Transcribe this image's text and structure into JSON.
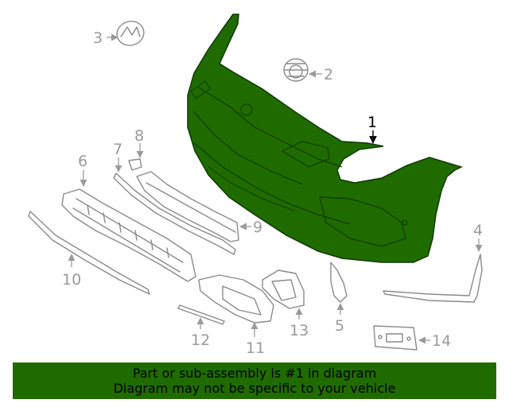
{
  "callouts": {
    "c1": "1",
    "c2": "2",
    "c3": "3",
    "c4": "4",
    "c5": "5",
    "c6": "6",
    "c7": "7",
    "c8": "8",
    "c9": "9",
    "c10": "10",
    "c11": "11",
    "c12": "12",
    "c13": "13",
    "c14": "14"
  },
  "colors": {
    "highlight": "#1f6b00",
    "part_outline": "#8a8a8a",
    "banner": "#1f6b00"
  },
  "banner": {
    "line1": "Part or sub-assembly is #1 in diagram",
    "line2": "Diagram may not be specific to your vehicle"
  }
}
